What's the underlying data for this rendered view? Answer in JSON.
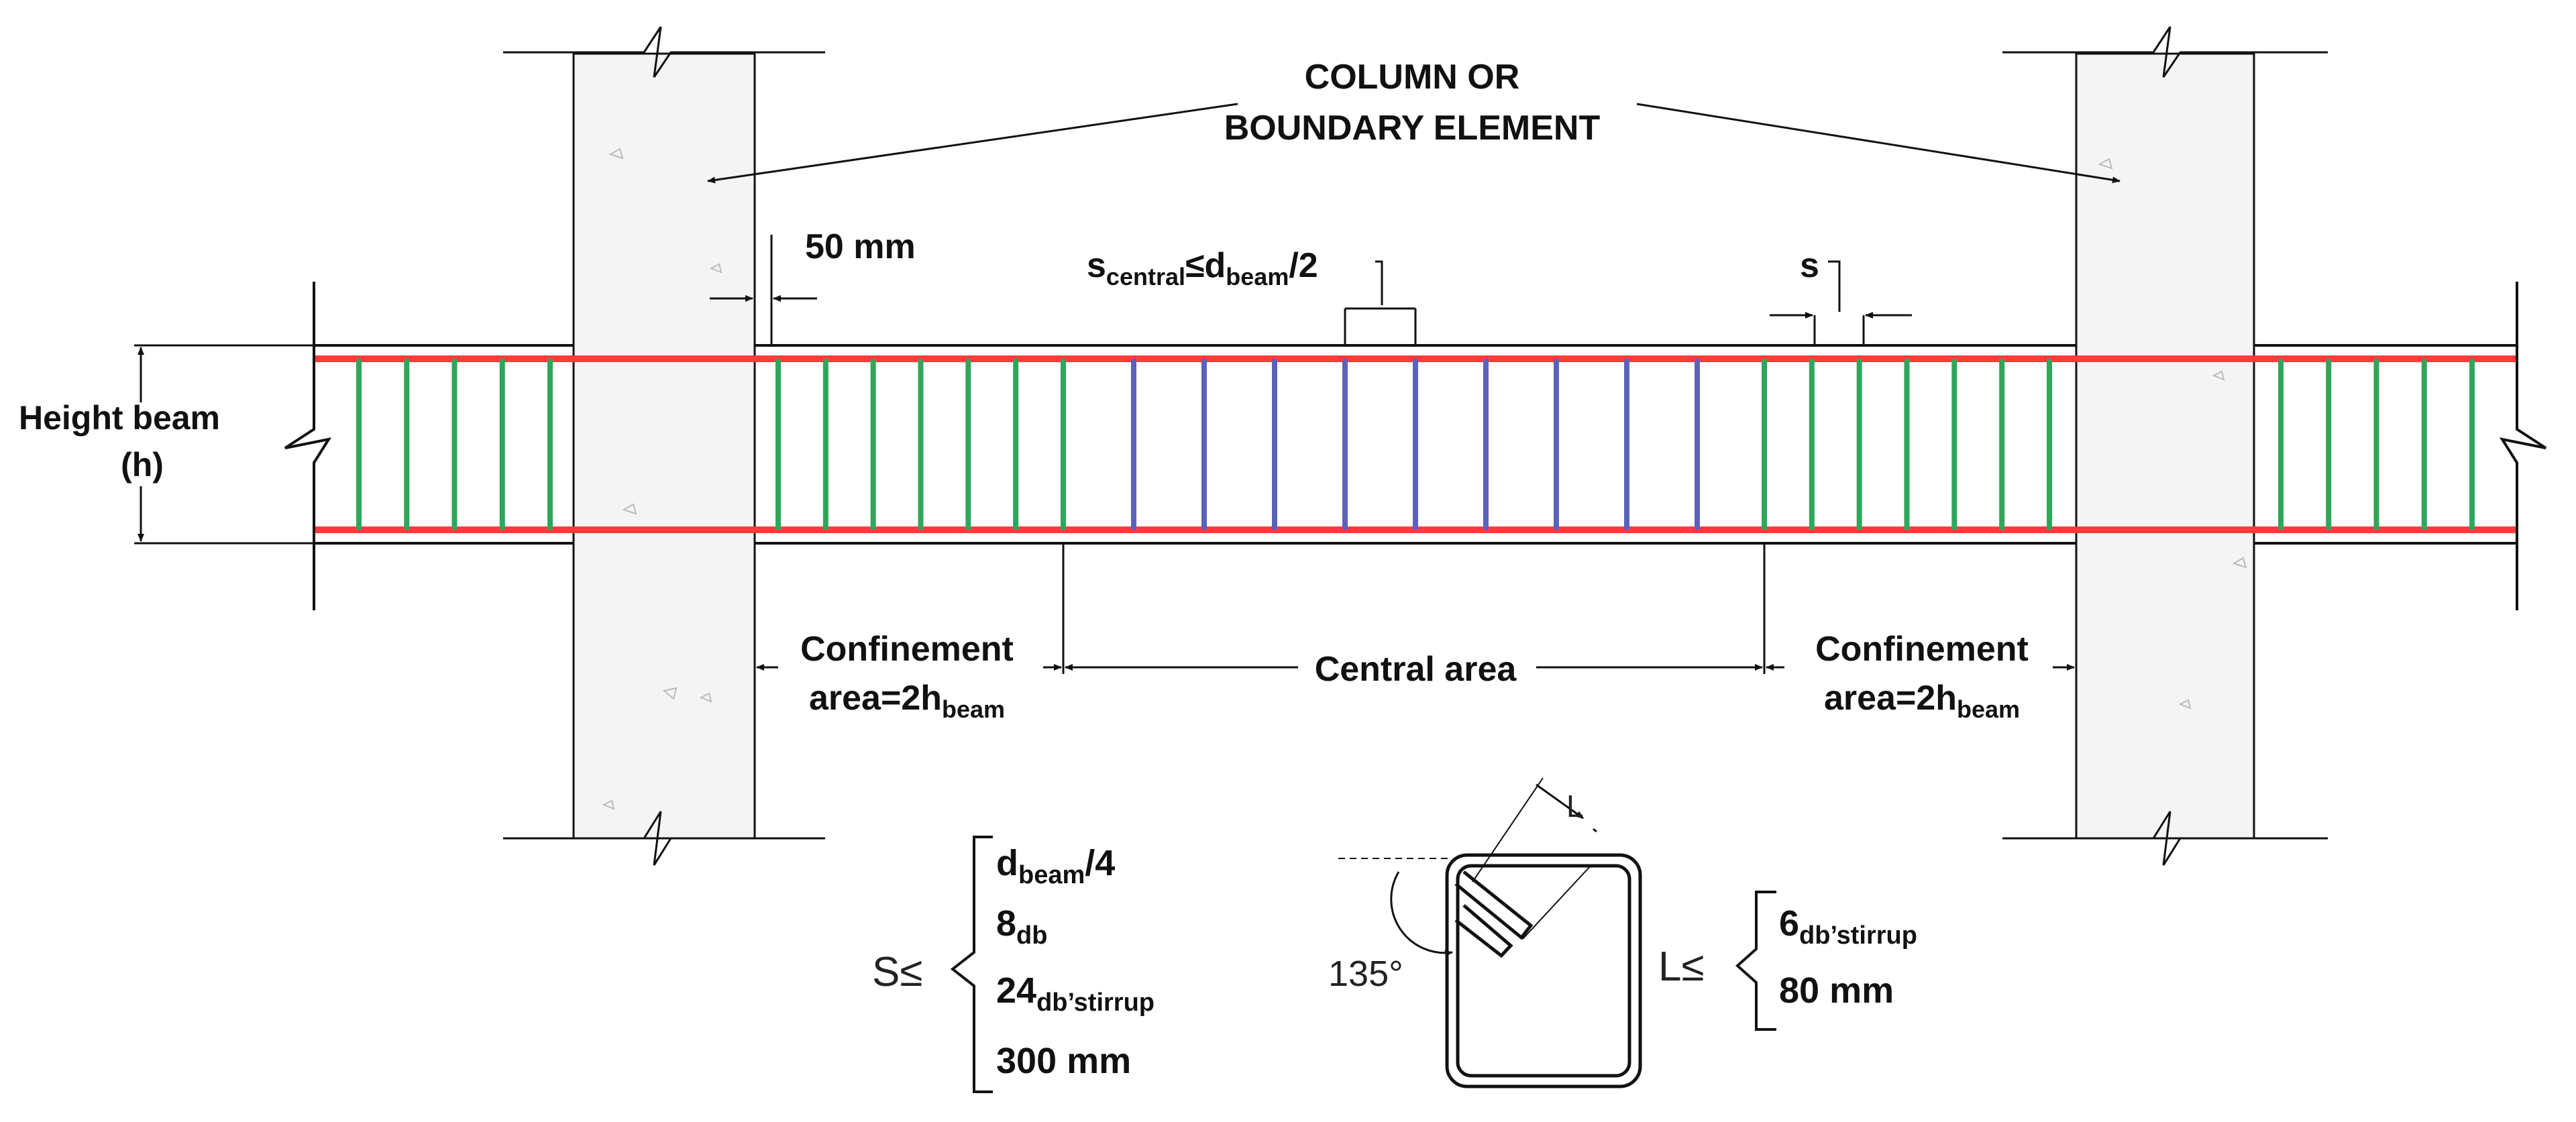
{
  "labels": {
    "column_title_line1": "COLUMN OR",
    "column_title_line2": "BOUNDARY ELEMENT",
    "dim_50mm": "50 mm",
    "s_central_main": "s",
    "s_central_sub": "central",
    "s_central_le": "≤d",
    "s_central_sub2": "beam",
    "s_central_tail": "/2",
    "s_right": "s",
    "height_line1": "Height beam",
    "height_line2": "(h)",
    "conf_left_line1": "Confinement",
    "conf_left_line2_main": "area=2h",
    "conf_left_line2_sub": "beam",
    "central_area": "Central area",
    "conf_right_line1": "Confinement",
    "conf_right_line2_main": "area=2h",
    "conf_right_line2_sub": "beam",
    "s_rule_prefix": "S≤",
    "s_rule_1_main": "d",
    "s_rule_1_sub": "beam",
    "s_rule_1_tail": "/4",
    "s_rule_2_main": "8",
    "s_rule_2_sub": "db",
    "s_rule_3_main": "24",
    "s_rule_3_sub": "db’stirrup",
    "s_rule_4": "300 mm",
    "angle": "135°",
    "hook_L": "L",
    "l_rule_prefix": "L≤",
    "l_rule_1_main": "6",
    "l_rule_1_sub": "db’stirrup",
    "l_rule_2": "80 mm"
  },
  "colors": {
    "longitudinal_bar": "#ff3b3b",
    "confinement_stirrup": "#2fa65a",
    "central_stirrup": "#5b63b8",
    "line": "#111111",
    "concrete": "#f2f2f2"
  },
  "stirrups": {
    "left_outside_count": 5,
    "left_confinement_count": 7,
    "central_count": 9,
    "right_confinement_count": 7,
    "right_outside_count": 5
  }
}
